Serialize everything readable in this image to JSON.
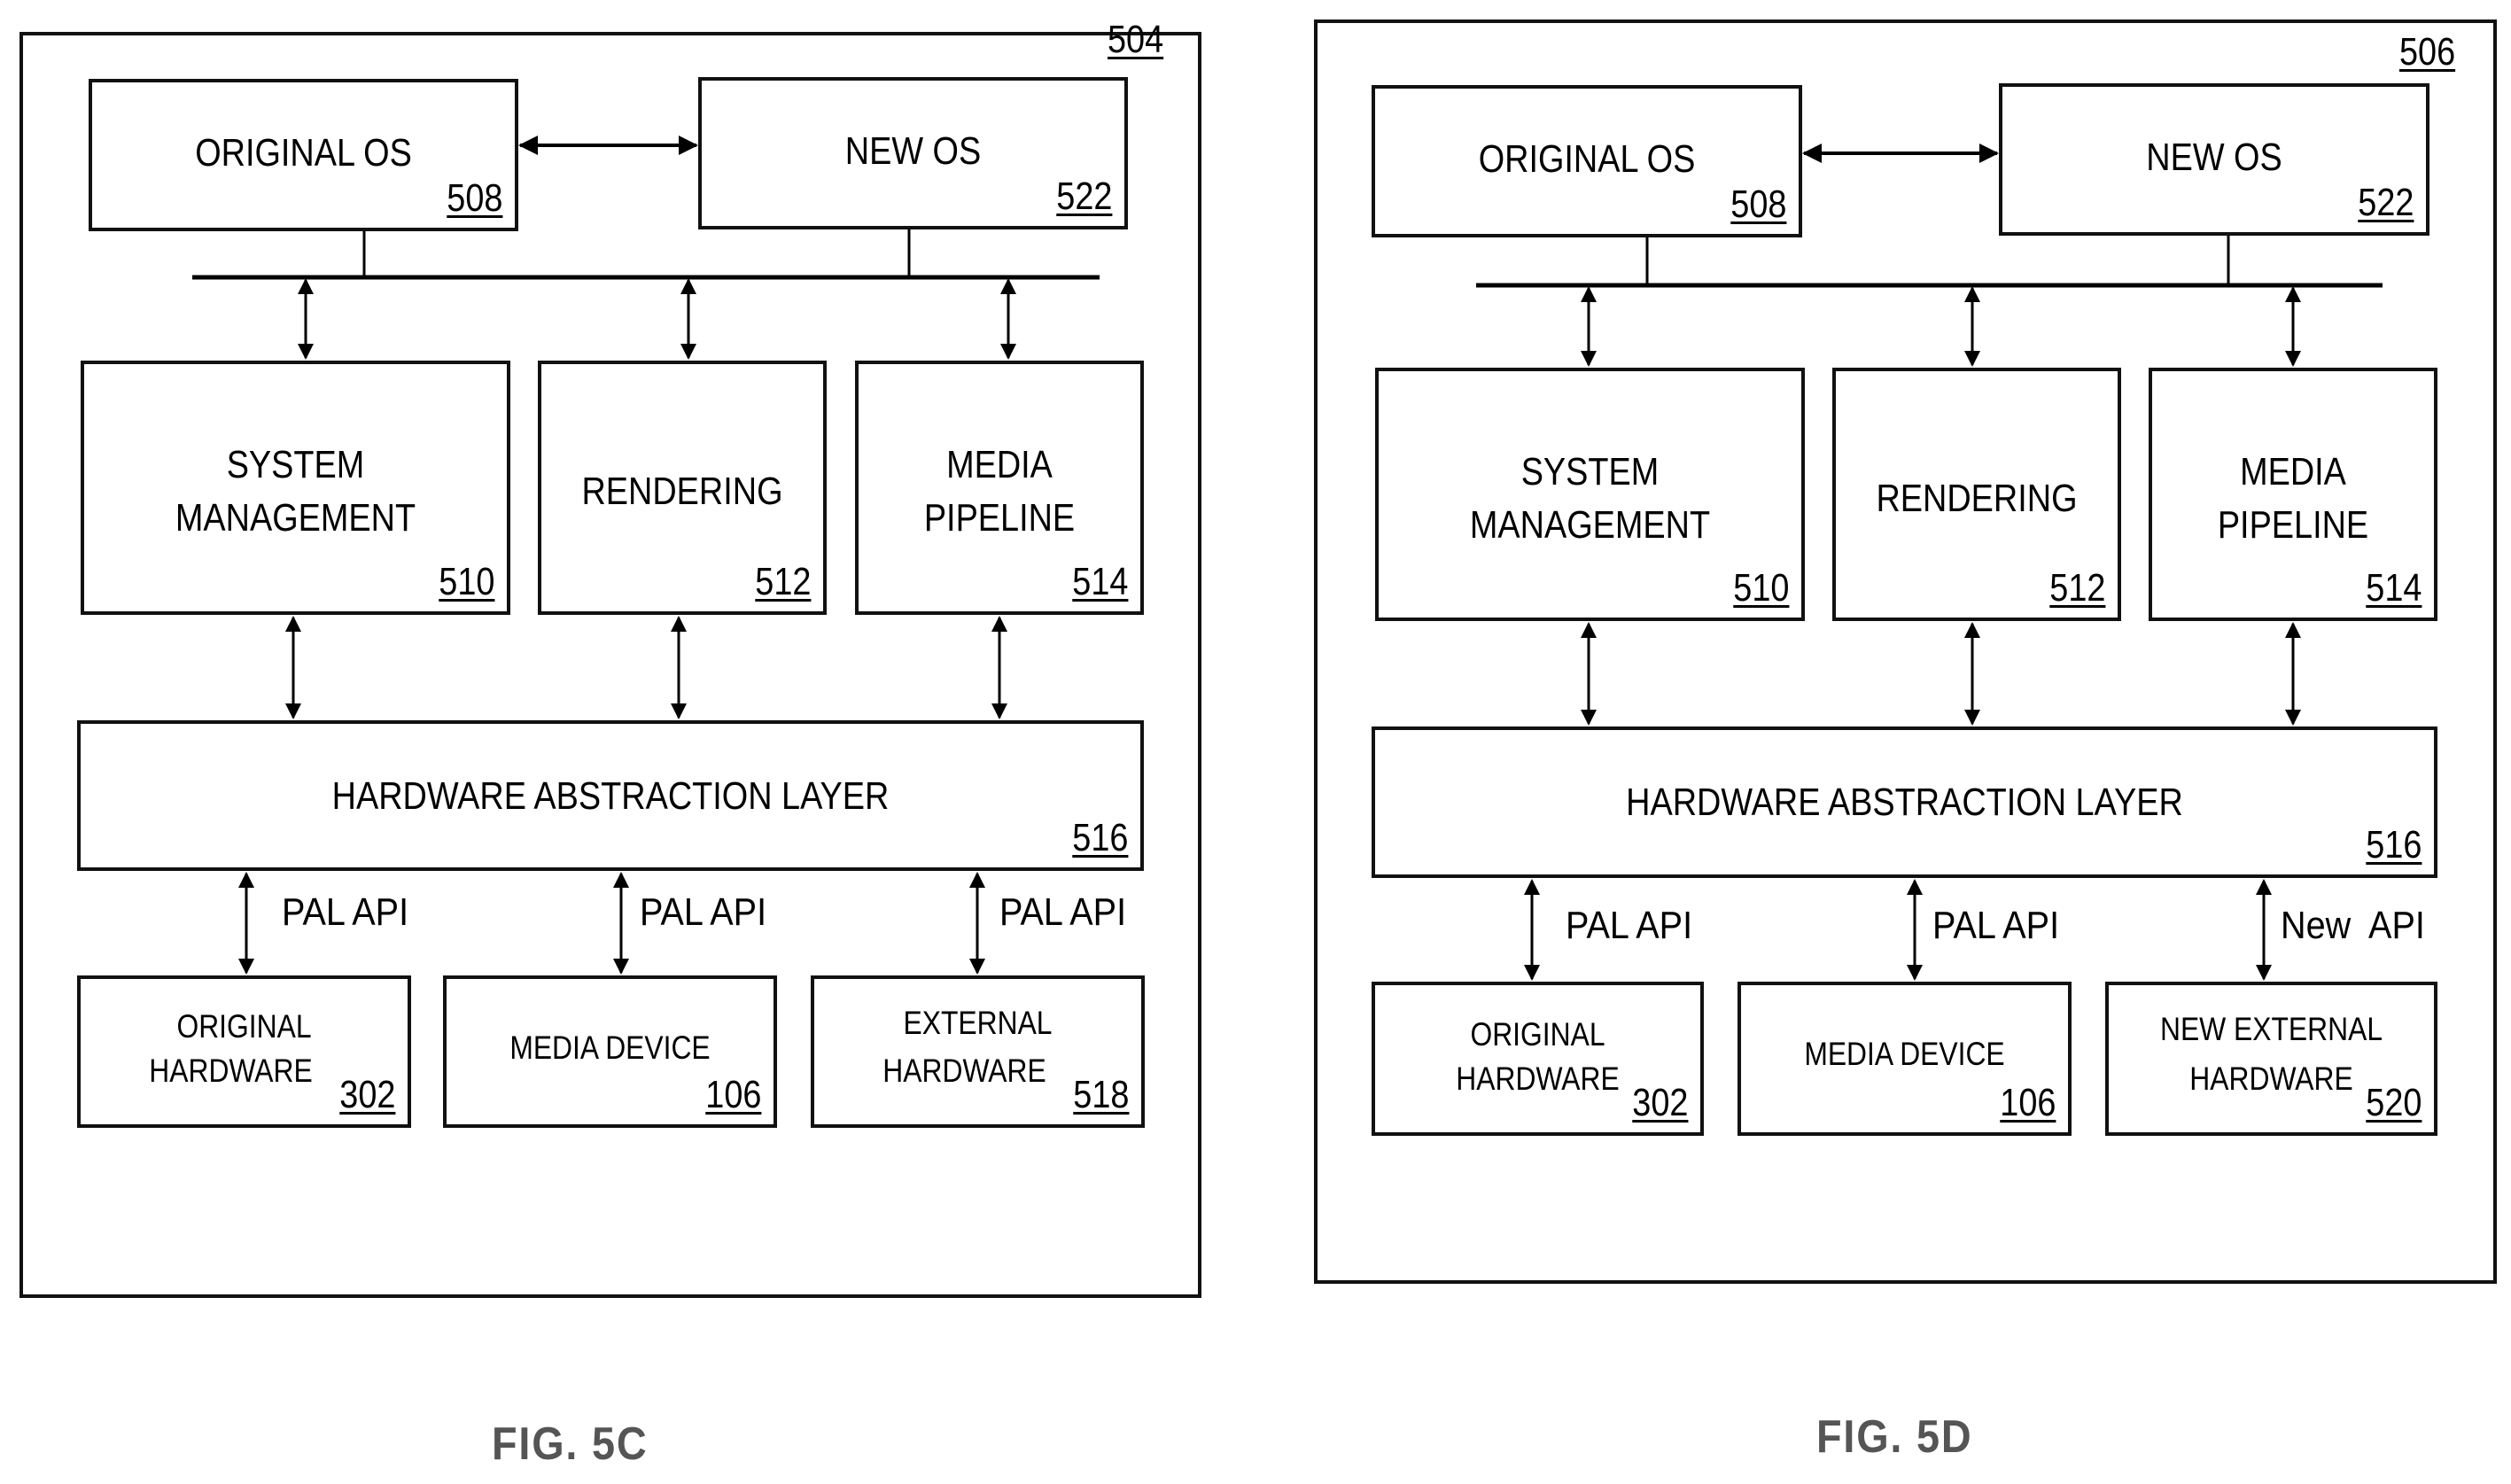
{
  "figures": [
    {
      "id": "5C",
      "container_ref": "504",
      "caption": "FIG. 5C",
      "os": [
        {
          "label": "ORIGINAL OS",
          "ref": "508"
        },
        {
          "label": "NEW OS",
          "ref": "522"
        }
      ],
      "services": [
        {
          "label_lines": [
            "SYSTEM",
            "MANAGEMENT"
          ],
          "ref": "510"
        },
        {
          "label_lines": [
            "RENDERING"
          ],
          "ref": "512"
        },
        {
          "label_lines": [
            "MEDIA",
            "PIPELINE"
          ],
          "ref": "514"
        }
      ],
      "hal": {
        "label": "HARDWARE ABSTRACTION LAYER",
        "ref": "516"
      },
      "apis": [
        "PAL API",
        "PAL API",
        "PAL API"
      ],
      "hardware": [
        {
          "label_lines": [
            "ORIGINAL",
            "HARDWARE"
          ],
          "ref": "302"
        },
        {
          "label_lines": [
            "MEDIA DEVICE"
          ],
          "ref": "106"
        },
        {
          "label_lines": [
            "EXTERNAL",
            "HARDWARE"
          ],
          "ref": "518"
        }
      ]
    },
    {
      "id": "5D",
      "container_ref": "506",
      "caption": "FIG. 5D",
      "os": [
        {
          "label": "ORIGINAL OS",
          "ref": "508"
        },
        {
          "label": "NEW OS",
          "ref": "522"
        }
      ],
      "services": [
        {
          "label_lines": [
            "SYSTEM",
            "MANAGEMENT"
          ],
          "ref": "510"
        },
        {
          "label_lines": [
            "RENDERING"
          ],
          "ref": "512"
        },
        {
          "label_lines": [
            "MEDIA",
            "PIPELINE"
          ],
          "ref": "514"
        }
      ],
      "hal": {
        "label": "HARDWARE ABSTRACTION LAYER",
        "ref": "516"
      },
      "apis": [
        "PAL API",
        "PAL API",
        "New  API"
      ],
      "hardware": [
        {
          "label_lines": [
            "ORIGINAL",
            "HARDWARE"
          ],
          "ref": "302"
        },
        {
          "label_lines": [
            "MEDIA DEVICE"
          ],
          "ref": "106"
        },
        {
          "label_lines": [
            "NEW EXTERNAL",
            "HARDWARE"
          ],
          "ref": "520"
        }
      ]
    }
  ]
}
